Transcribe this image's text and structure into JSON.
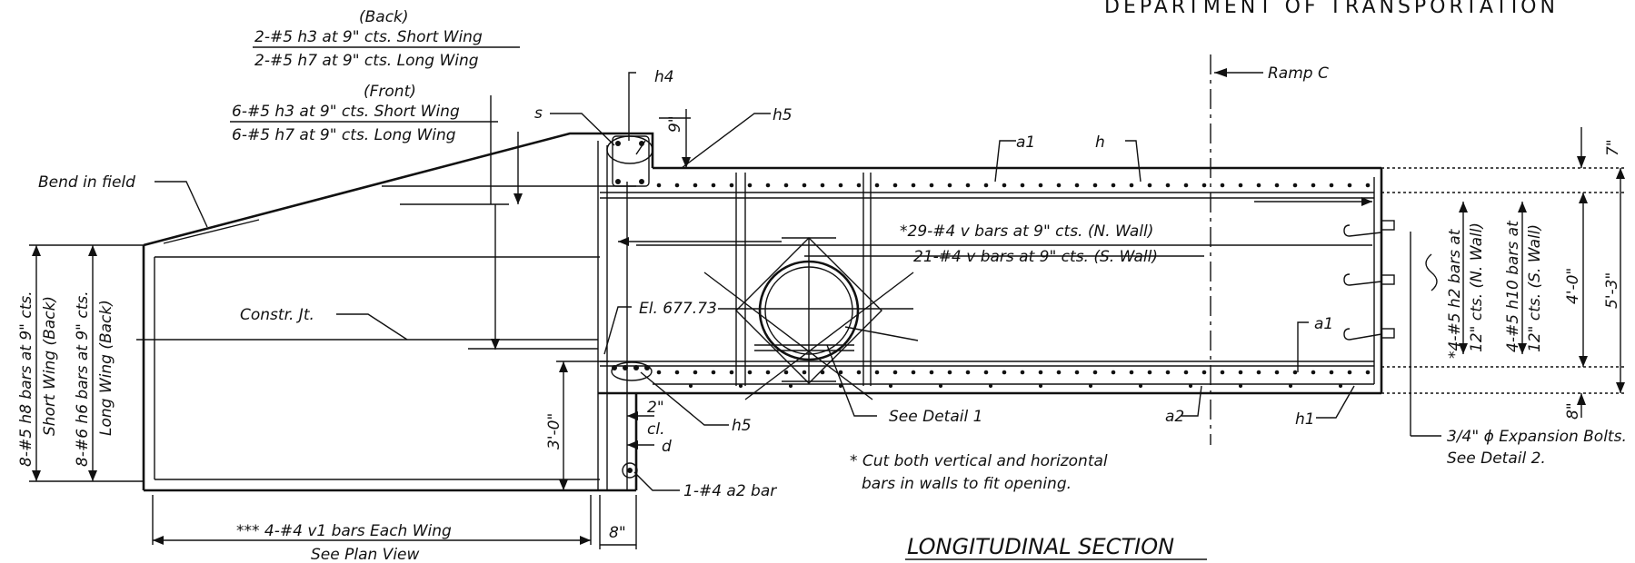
{
  "header": {
    "agency": "DEPARTMENT  OF  TRANSPORTATION"
  },
  "title": "LONGITUDINAL SECTION",
  "labels": {
    "back": "(Back)",
    "back_short": "2-#5 h3 at 9\" cts. Short Wing",
    "back_long": "2-#5 h7 at 9\" cts. Long Wing",
    "front": "(Front)",
    "front_short": "6-#5 h3 at 9\" cts. Short Wing",
    "front_long": "6-#5 h7 at 9\" cts. Long Wing",
    "bend_in_field": "Bend in field",
    "constr_jt": "Constr. Jt.",
    "elevation": "El. 677.73",
    "s": "s",
    "h4": "h4",
    "h5_top": "h5",
    "nine_in": "9\"",
    "a1_top": "a1",
    "h_top": "h",
    "ramp": "Ramp C",
    "seven_in": "7\"",
    "v_bars_n": "*29-#4 v bars at 9\" cts. (N. Wall)",
    "v_bars_s": "21-#4 v bars at 9\" cts. (S. Wall)",
    "a1_right": "a1",
    "h2_bars_1": "*4-#5 h2 bars at",
    "h2_bars_2": "12\" cts. (N. Wall)",
    "h10_bars_1": "4-#5 h10 bars at",
    "h10_bars_2": "12\" cts. (S. Wall)",
    "dim_4ft": "4'-0\"",
    "dim_5ft3": "5'-3\"",
    "eight_in_right": "8\"",
    "exp_bolts_1": "3/4\" ϕ Expansion Bolts.",
    "exp_bolts_2": "See Detail 2.",
    "see_detail_1": "See Detail 1",
    "a2_bottom": "a2",
    "h1_bottom": "h1",
    "two_in": "2\"",
    "cl": "cl.",
    "d": "d",
    "h5_bottom": "h5",
    "dim_3ft": "3'-0\"",
    "a2_bar": "1-#4 a2 bar",
    "note_1": "* Cut both vertical and horizontal",
    "note_2": "bars in walls to fit opening.",
    "v1_bars": "*** 4-#4 v1 bars Each Wing",
    "see_plan": "See Plan View",
    "eight_in_bottom": "8\"",
    "short_wing_1": "8-#5 h8 bars at 9\" cts.",
    "short_wing_2": "Short Wing (Back)",
    "long_wing_1": "8-#6 h6 bars at 9\" cts.",
    "long_wing_2": "Long Wing (Back)"
  },
  "colors": {
    "ink": "#111111",
    "paper": "#ffffff"
  }
}
